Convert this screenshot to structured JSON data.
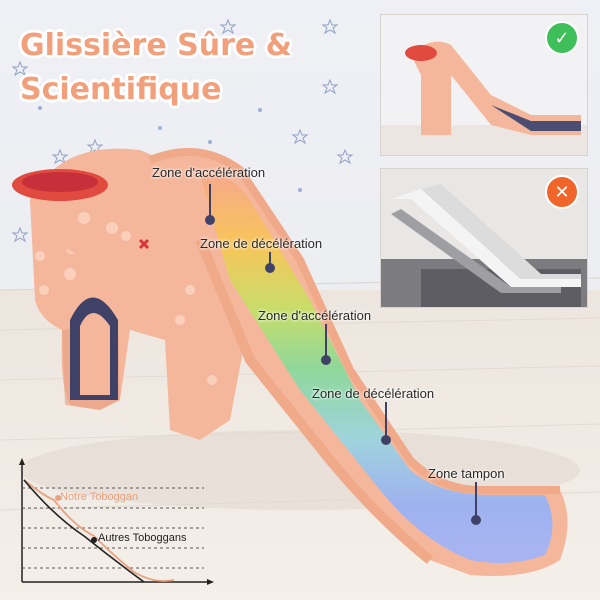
{
  "title": {
    "line1": "Glissière Sûre &",
    "line2": "Scientifique"
  },
  "zones": [
    {
      "label": "Zone d'accélération"
    },
    {
      "label": "Zone de décélération"
    },
    {
      "label": "Zone d'accélération"
    },
    {
      "label": "Zone de décélération"
    },
    {
      "label": "Zone tampon"
    }
  ],
  "comparison": {
    "good": {
      "status": "check-icon",
      "color": "#3fbf5a"
    },
    "bad": {
      "status": "cross-icon",
      "color": "#f0662a"
    }
  },
  "graph": {
    "our_label": "Notre Toboggan",
    "other_label": "Autres Toboggans",
    "our_color": "#e9a27f",
    "other_color": "#222222"
  },
  "colors": {
    "title": "#f2a07c",
    "slide": "#f5b79c",
    "basket": "#e04a3f"
  }
}
